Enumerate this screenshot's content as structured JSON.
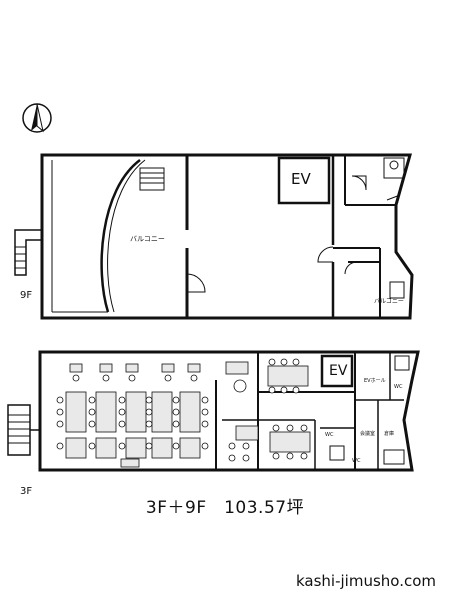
{
  "plan": {
    "upper_floor_label": "9F",
    "lower_floor_label": "3F",
    "balcony_large_label": "バルコニー",
    "balcony_small_label": "バルコニー",
    "ev_label_9f": "EV",
    "ev_label_3f": "EV",
    "ev_hall_label": "EVホール",
    "wc_label_1": "WC",
    "wc_label_2": "WC",
    "wc_label_3": "WC",
    "room_label_a": "会議室",
    "room_label_b": "倉庫",
    "summary": "3F＋9F　103.57坪",
    "site": "kashi-jimusho.com"
  },
  "icons": {
    "north": "north-arrow-icon"
  }
}
